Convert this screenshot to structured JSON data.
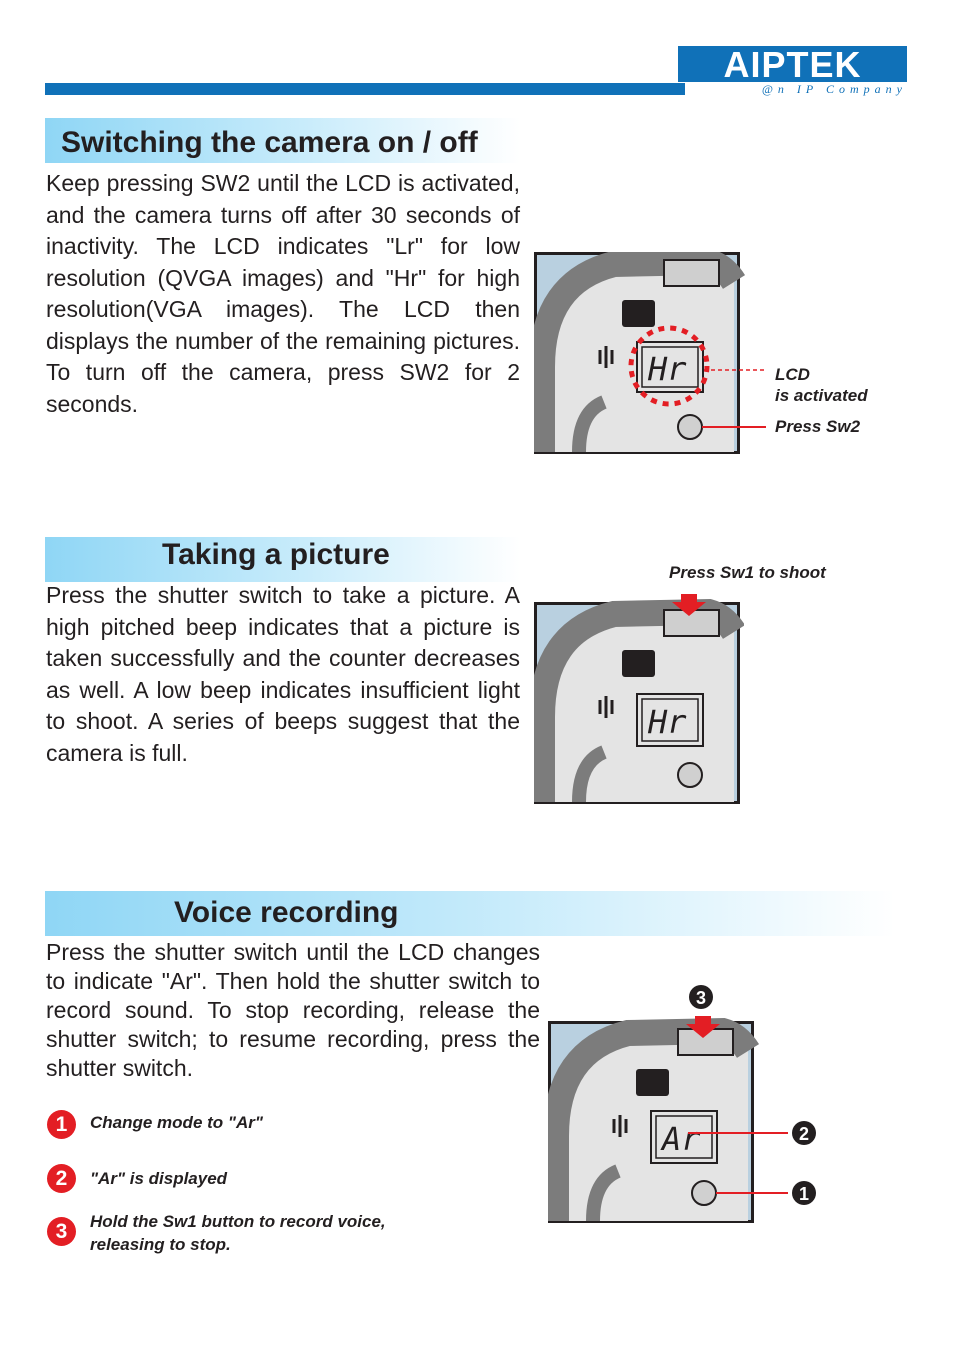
{
  "header": {
    "brand": "AIPTEK",
    "tagline": "@n IP Company",
    "brand_color": "#1071b8"
  },
  "sections": [
    {
      "title": "Switching the camera on / off",
      "body": "Keep pressing SW2 until the LCD is activated, and the camera turns off after 30 seconds of inactivity. The LCD indicates \"Lr\" for low resolution (QVGA images) and \"Hr\" for high resolution(VGA images). The LCD then displays the number of the remaining pictures. To turn off the camera, press  SW2 for 2 seconds.",
      "figure": {
        "lcd_text": "Hr",
        "callout_lcd": "LCD",
        "callout_lcd_2": "is activated",
        "callout_button": "Press Sw2"
      }
    },
    {
      "title": "Taking a picture",
      "body": "Press the shutter switch to take a picture. A high pitched beep indicates that a picture is taken successfully and the counter decreases as well. A low beep indicates insufficient light to shoot. A series of beeps suggest that the camera is full.",
      "figure": {
        "lcd_text": "Hr",
        "callout": "Press Sw1 to shoot"
      }
    },
    {
      "title": "Voice recording",
      "body": "Press the shutter switch until the LCD changes to indicate \"Ar\". Then hold the shutter switch  to record sound.  To stop recording, release the shutter switch; to resume recording, press the shutter switch.",
      "figure": {
        "lcd_text": "Ar",
        "marker_top": "3",
        "marker_lcd": "2",
        "marker_button": "1"
      },
      "steps": [
        {
          "number": "1",
          "label": "Change mode to \"Ar\""
        },
        {
          "number": "2",
          "label": "\"Ar\" is displayed"
        },
        {
          "number": "3",
          "label": "Hold the Sw1 button to record voice,",
          "label_2": "releasing to stop."
        }
      ]
    }
  ],
  "colors": {
    "accent_red": "#e31e24",
    "band_light_blue": "#8fd6f5",
    "figure_bg": "#b9d0e0",
    "camera_gray": "#8a8a8a"
  }
}
